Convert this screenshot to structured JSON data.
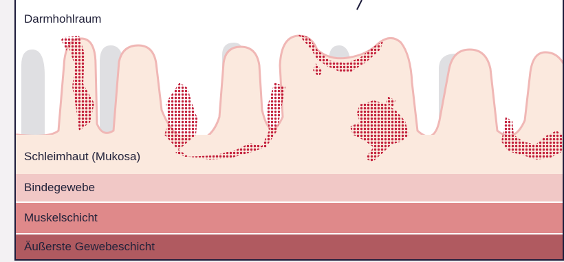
{
  "labels": {
    "lumen": "Darmhohlraum",
    "mucosa": "Schleimhaut (Mukosa)",
    "connective": "Bindegewebe",
    "muscle": "Muskelschicht",
    "outer": "Äußerste Gewebeschicht"
  },
  "colors": {
    "frame": "#1c1b3a",
    "lumen_background": "#ffffff",
    "mucosa_fill": "#fbe9de",
    "mucosa_outline": "#f0b7b5",
    "background_villi": "#dfdfe2",
    "connective": "#f1c8c6",
    "muscle": "#df898a",
    "outer": "#b05a60",
    "lesion_dots": "#c21e3a"
  }
}
